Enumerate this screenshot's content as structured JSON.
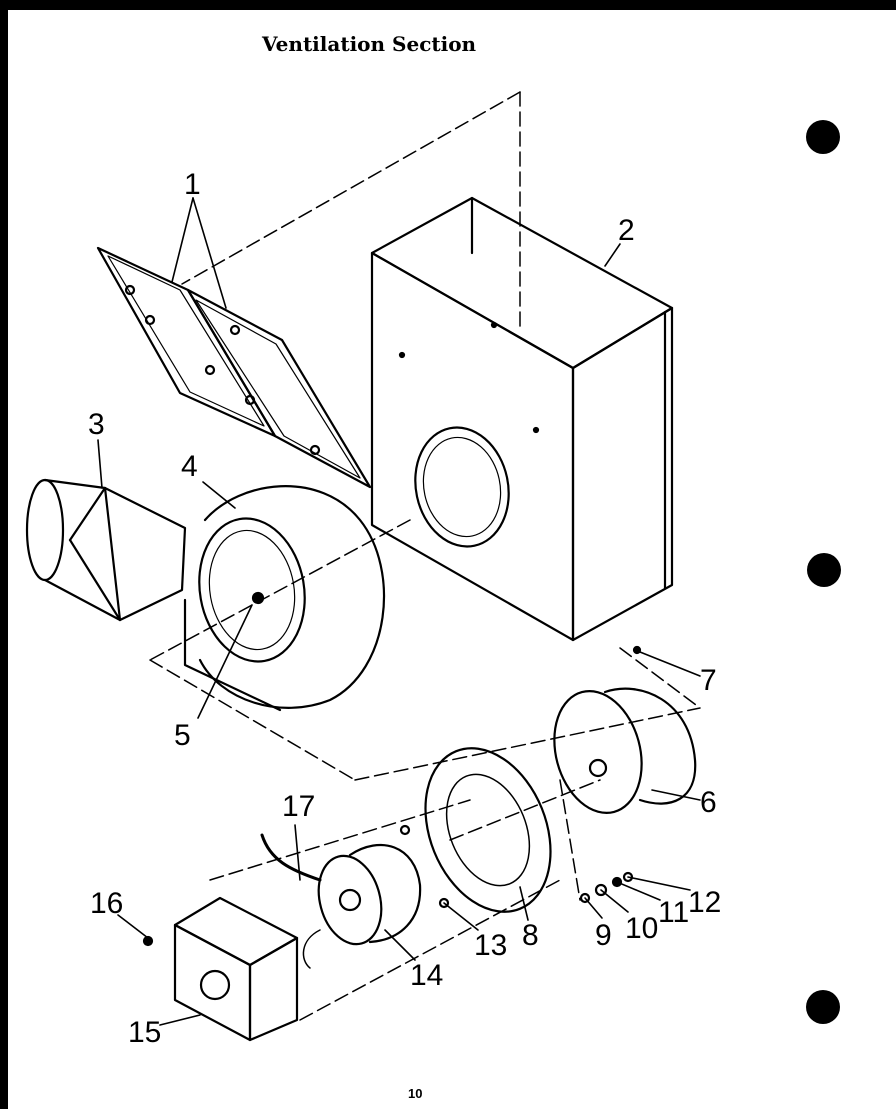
{
  "title": "Ventilation Section",
  "page_number": "10",
  "callouts": {
    "c1": "1",
    "c2": "2",
    "c3": "3",
    "c4": "4",
    "c5": "5",
    "c6": "6",
    "c7": "7",
    "c8": "8",
    "c9": "9",
    "c10": "10",
    "c11": "11",
    "c12": "12",
    "c13": "13",
    "c14": "14",
    "c15": "15",
    "c16": "16",
    "c17": "17"
  }
}
